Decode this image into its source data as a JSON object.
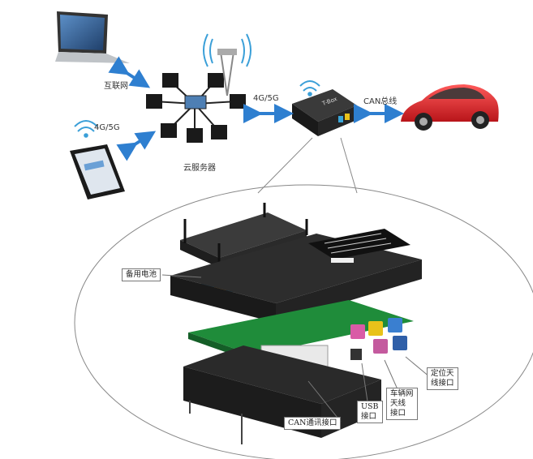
{
  "labels": {
    "internet": "互联网",
    "cloud_server": "云服务器",
    "net_4g5g_phone": "4G/5G",
    "net_4g5g_device": "4G/5G",
    "can_bus": "CAN总线",
    "backup_battery": "备用电池",
    "positioning_antenna_line1": "定位天",
    "positioning_antenna_line2": "线接口",
    "vehicle_net_line1": "车辆网",
    "vehicle_net_line2": "天线",
    "vehicle_net_line3": "接口",
    "usb_line1": "USB",
    "usb_line2": "接口",
    "can_comm": "CAN通讯接口"
  },
  "device_logo": "T-Box",
  "colors": {
    "arrow": "#2e7fd0",
    "car": "#e8262b",
    "pcb": "#1f8c3a",
    "battery": "#3aa6d9",
    "housing": "#2a2a2a",
    "wifi": "#3a9fd8"
  }
}
